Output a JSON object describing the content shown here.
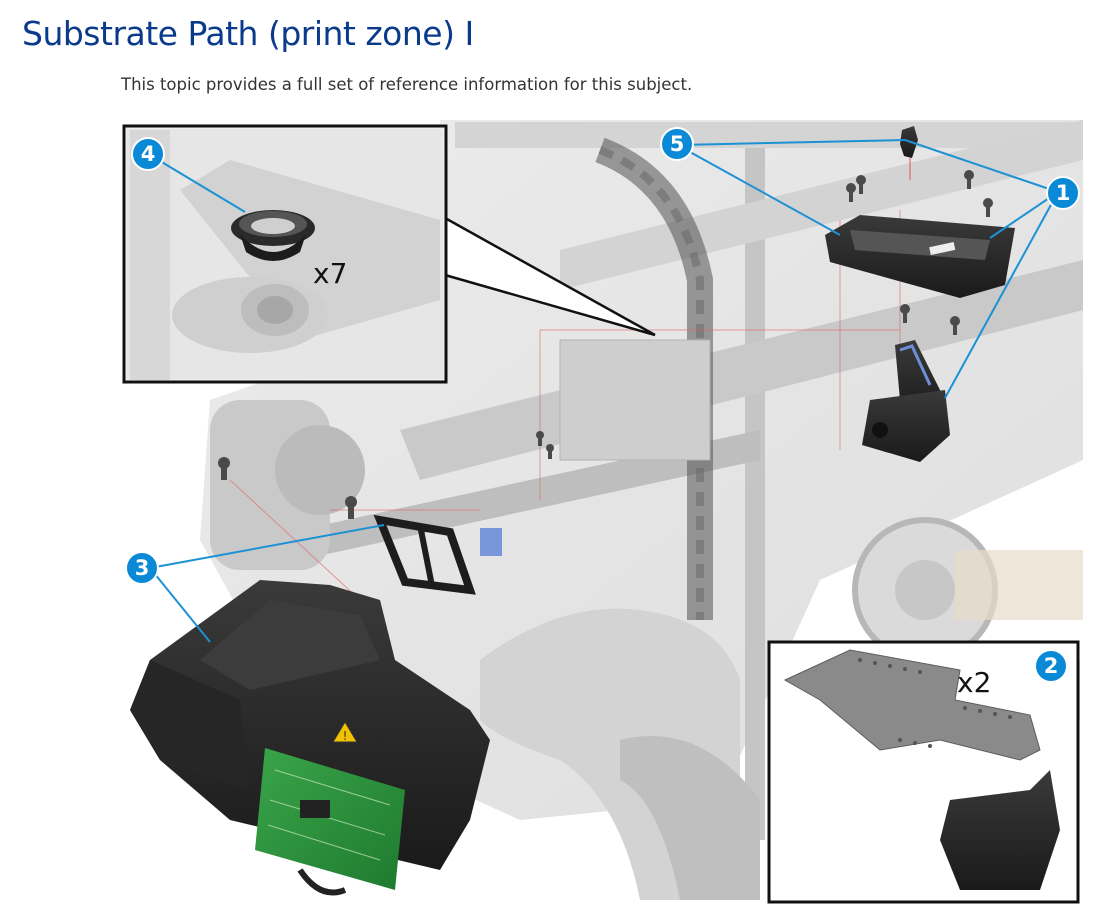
{
  "page": {
    "title": "Substrate Path (print zone) I",
    "intro": "This topic provides a full set of reference information for this subject."
  },
  "figure": {
    "callouts": [
      {
        "id": "1",
        "label": "1"
      },
      {
        "id": "2",
        "label": "2"
      },
      {
        "id": "3",
        "label": "3"
      },
      {
        "id": "4",
        "label": "4"
      },
      {
        "id": "5",
        "label": "5"
      }
    ],
    "inset_top_qty": "x7",
    "inset_bottom_qty": "x2"
  },
  "colors": {
    "title": "#0a3a8c",
    "callout": "#0a8ad6",
    "leader": "#1c91d4",
    "part_dark": "#2a2a2a",
    "background_machine": "#c8c8c8"
  },
  "icons": {
    "callout_marker": "numbered-blue-circle"
  }
}
